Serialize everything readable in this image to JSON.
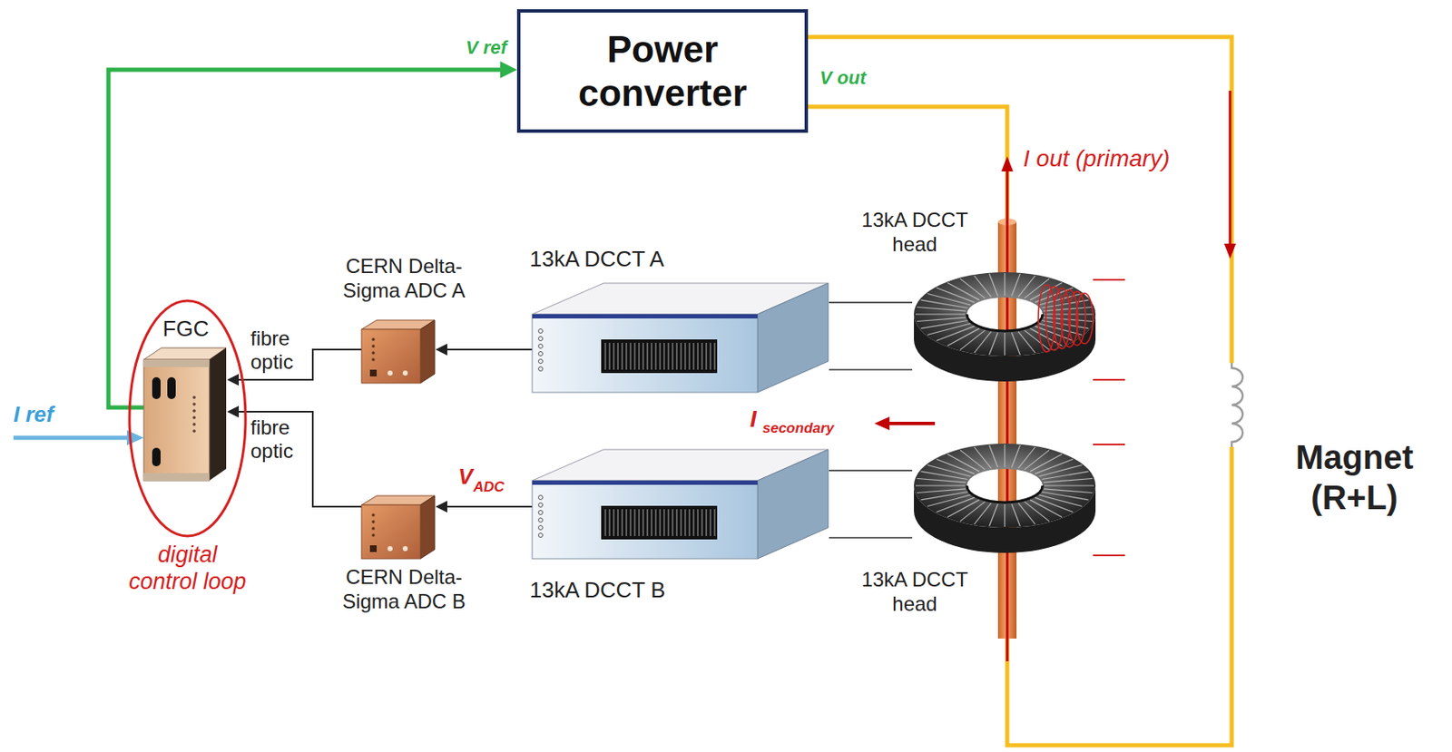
{
  "diagram": {
    "nodes": [
      {
        "text": [
          "Power converter"
        ]
      },
      {
        "text": [
          "FGC"
        ]
      },
      {
        "text": [
          "CERN Delta-Sigma ADC A"
        ]
      },
      {
        "text": [
          "CERN Delta-Sigma ADC B"
        ]
      },
      {
        "text": [
          "13kA DCCT A"
        ]
      },
      {
        "text": [
          "13kA DCCT B"
        ]
      },
      {
        "text": [
          "13kA DCCT head"
        ]
      },
      {
        "text": [
          "13kA DCCT head"
        ]
      },
      {
        "text": [
          "Magnet (R+L)"
        ]
      }
    ],
    "edges": [
      {
        "from": 1,
        "to": 0,
        "arrow": "to",
        "label": "V ref"
      },
      {
        "from": 2,
        "to": 1,
        "arrow": "to",
        "label": "fibre optic"
      },
      {
        "from": 3,
        "to": 1,
        "arrow": "to",
        "label": "fibre optic"
      },
      {
        "from": 4,
        "to": 2,
        "arrow": "to"
      },
      {
        "from": 5,
        "to": 3,
        "arrow": "to"
      },
      {
        "from": 6,
        "to": 4,
        "arrow": "none"
      },
      {
        "from": 7,
        "to": 5,
        "arrow": "none"
      },
      {
        "from": 0,
        "to": 6,
        "arrow": "none"
      },
      {
        "from": 6,
        "to": 7,
        "arrow": "none"
      },
      {
        "from": 7,
        "to": 8,
        "arrow": "none"
      },
      {
        "from": 8,
        "to": 0,
        "arrow": "none"
      }
    ],
    "labels": [
      "I ref",
      "V out",
      "I out (primary)",
      "I",
      "secondary",
      "V",
      "ADC",
      "digital control loop"
    ]
  }
}
